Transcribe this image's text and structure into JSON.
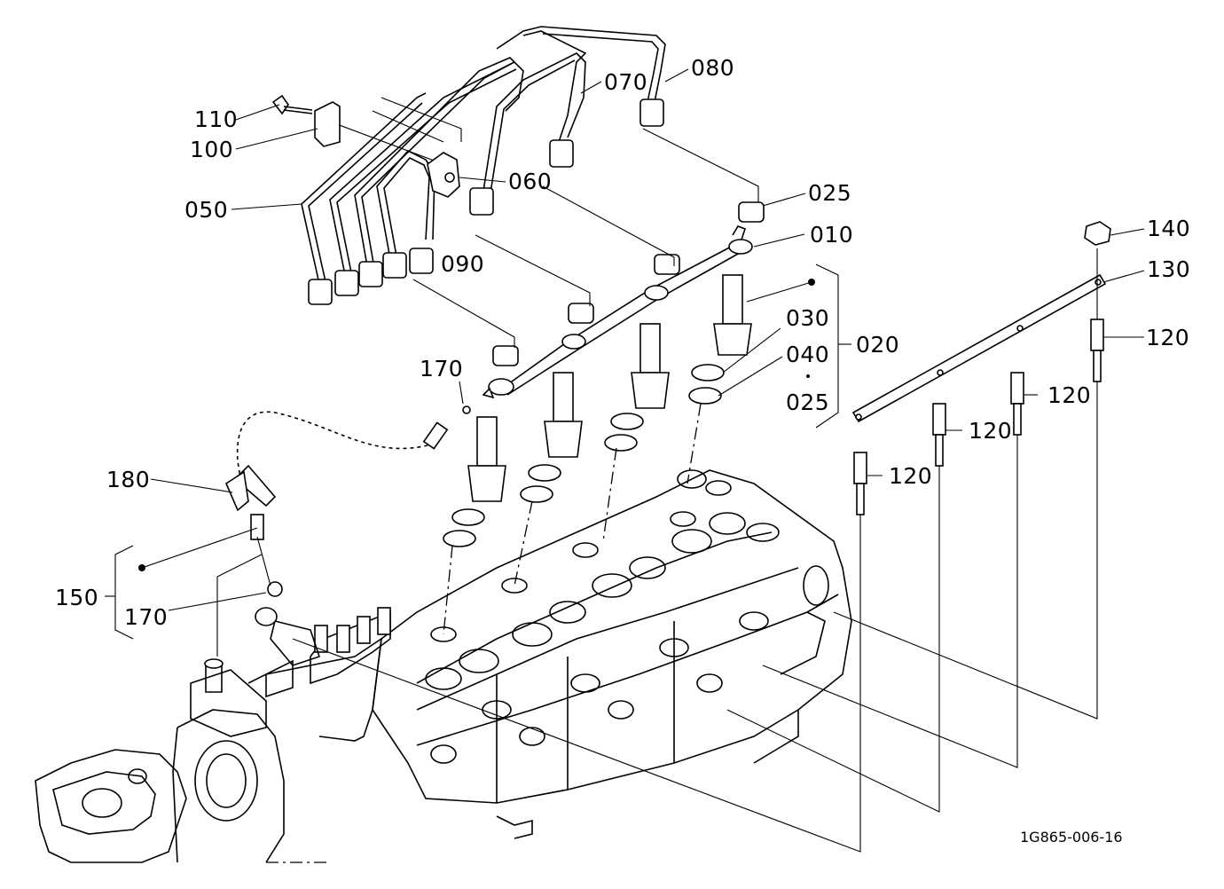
{
  "diagram": {
    "drawing_number": "1G865-006-16",
    "callouts": {
      "p010": "010",
      "p020": "020",
      "p025a": "025",
      "p025b": "025",
      "p030": "030",
      "p040": "040",
      "p050": "050",
      "p060": "060",
      "p070": "070",
      "p080": "080",
      "p090": "090",
      "p100": "100",
      "p110": "110",
      "p120a": "120",
      "p120b": "120",
      "p120c": "120",
      "p120d": "120",
      "p130": "130",
      "p140": "140",
      "p150": "150",
      "p170a": "170",
      "p170b": "170",
      "p180": "180"
    }
  }
}
